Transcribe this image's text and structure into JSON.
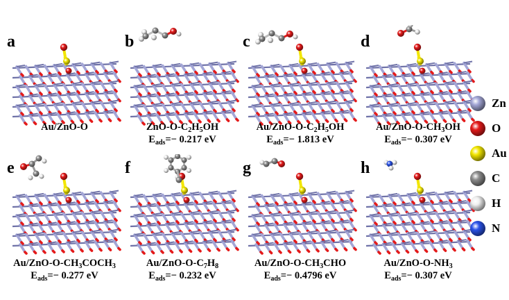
{
  "panels": [
    {
      "letter": "a",
      "caption": [
        [
          "Au/ZnO-O"
        ]
      ],
      "energy": null,
      "adsorbate": null
    },
    {
      "letter": "b",
      "caption": [
        [
          "ZnO-O-C"
        ],
        [
          "2",
          "sub"
        ],
        [
          "H"
        ],
        [
          "5",
          "sub"
        ],
        [
          "OH"
        ]
      ],
      "energy": "− 0.217 eV",
      "adsorbate": "ethanol",
      "no_gold": true
    },
    {
      "letter": "c",
      "caption": [
        [
          "Au/ZnO-O-C"
        ],
        [
          "2",
          "sub"
        ],
        [
          "H"
        ],
        [
          "5",
          "sub"
        ],
        [
          "OH"
        ]
      ],
      "energy": "− 1.813 eV",
      "adsorbate": "ethanol"
    },
    {
      "letter": "d",
      "caption": [
        [
          "Au/ZnO-O-CH"
        ],
        [
          "3",
          "sub"
        ],
        [
          "OH"
        ]
      ],
      "energy": "− 0.307 eV",
      "adsorbate": "methanol"
    },
    {
      "letter": "e",
      "caption": [
        [
          "Au/ZnO-O-CH"
        ],
        [
          "3",
          "sub"
        ],
        [
          "COCH"
        ],
        [
          "3",
          "sub"
        ]
      ],
      "energy": "− 0.277 eV",
      "adsorbate": "acetone"
    },
    {
      "letter": "f",
      "caption": [
        [
          "Au/ZnO-O-C"
        ],
        [
          "7",
          "sub"
        ],
        [
          "H"
        ],
        [
          "8",
          "sub"
        ]
      ],
      "energy": "− 0.232 eV",
      "adsorbate": "toluene"
    },
    {
      "letter": "g",
      "caption": [
        [
          "Au/ZnO-O-CH"
        ],
        [
          "3",
          "sub"
        ],
        [
          "CHO"
        ]
      ],
      "energy": "− 0.4796 eV",
      "adsorbate": "acetaldehyde"
    },
    {
      "letter": "h",
      "caption": [
        [
          "Au/ZnO-O-NH"
        ],
        [
          "3",
          "sub"
        ]
      ],
      "energy": "− 0.307 eV",
      "adsorbate": "ammonia"
    }
  ],
  "energy_symbol": "E",
  "energy_subscript": "ads",
  "energy_equals": "=",
  "legend": [
    {
      "label": "Zn",
      "color": "#a3a6d6"
    },
    {
      "label": "O",
      "color": "#e41a1a"
    },
    {
      "label": "Au",
      "color": "#f2e600"
    },
    {
      "label": "C",
      "color": "#8c8c8c"
    },
    {
      "label": "H",
      "color": "#f0f0f0"
    },
    {
      "label": "N",
      "color": "#2a52e8"
    }
  ],
  "colors": {
    "zn": "#a3a6d6",
    "zn_dark": "#6f72a8",
    "o": "#e41a1a",
    "au": "#f2e600",
    "c": "#8c8c8c",
    "h": "#f0f0f0",
    "n": "#2a52e8"
  }
}
